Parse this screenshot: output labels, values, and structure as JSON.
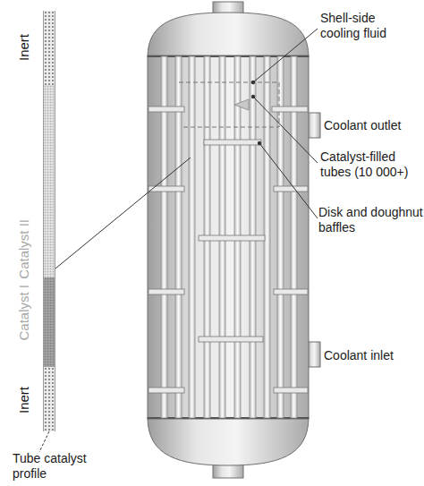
{
  "diagram": {
    "nodes": [
      {
        "text": [
          "Inert"
        ]
      },
      {
        "text": [
          "Catalyst II"
        ]
      },
      {
        "text": [
          "Catalyst I"
        ]
      },
      {
        "text": [
          "Inert"
        ]
      }
    ],
    "labels": [
      "Shell-side cooling fluid",
      "Coolant outlet",
      "Catalyst-filled tubes (10 000+)",
      "Disk and doughnut baffles",
      "Coolant inlet",
      "Tube catalyst profile"
    ]
  }
}
